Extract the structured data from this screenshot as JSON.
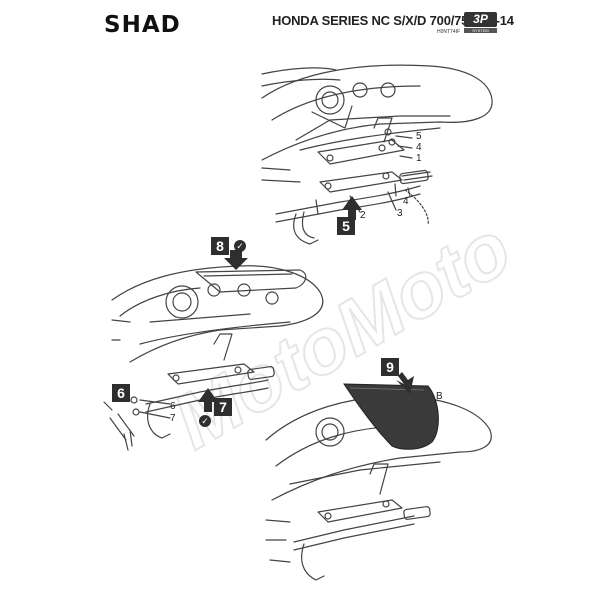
{
  "header": {
    "brand": "SHAD",
    "title": "HONDA SERIES NC S/X/D 700/750 '12-14",
    "badge": "3P",
    "badge_sub": "SYSTEM",
    "ref": "H0NT74IF"
  },
  "steps": {
    "s5": "5",
    "s6": "6",
    "s7": "7",
    "s8": "8",
    "s9": "9"
  },
  "callouts": {
    "c1": "1",
    "c2": "2",
    "c3": "3",
    "c4a": "4",
    "c4b": "4",
    "c5": "5",
    "c6": "6",
    "c7": "7",
    "cB": "B"
  },
  "watermark": "MotoMoto",
  "colors": {
    "dark": "#2e2e2e",
    "line": "#444444",
    "watermark": "#e8e8e8"
  },
  "icons": {
    "check": "check-icon",
    "arrow": "arrow-icon"
  }
}
